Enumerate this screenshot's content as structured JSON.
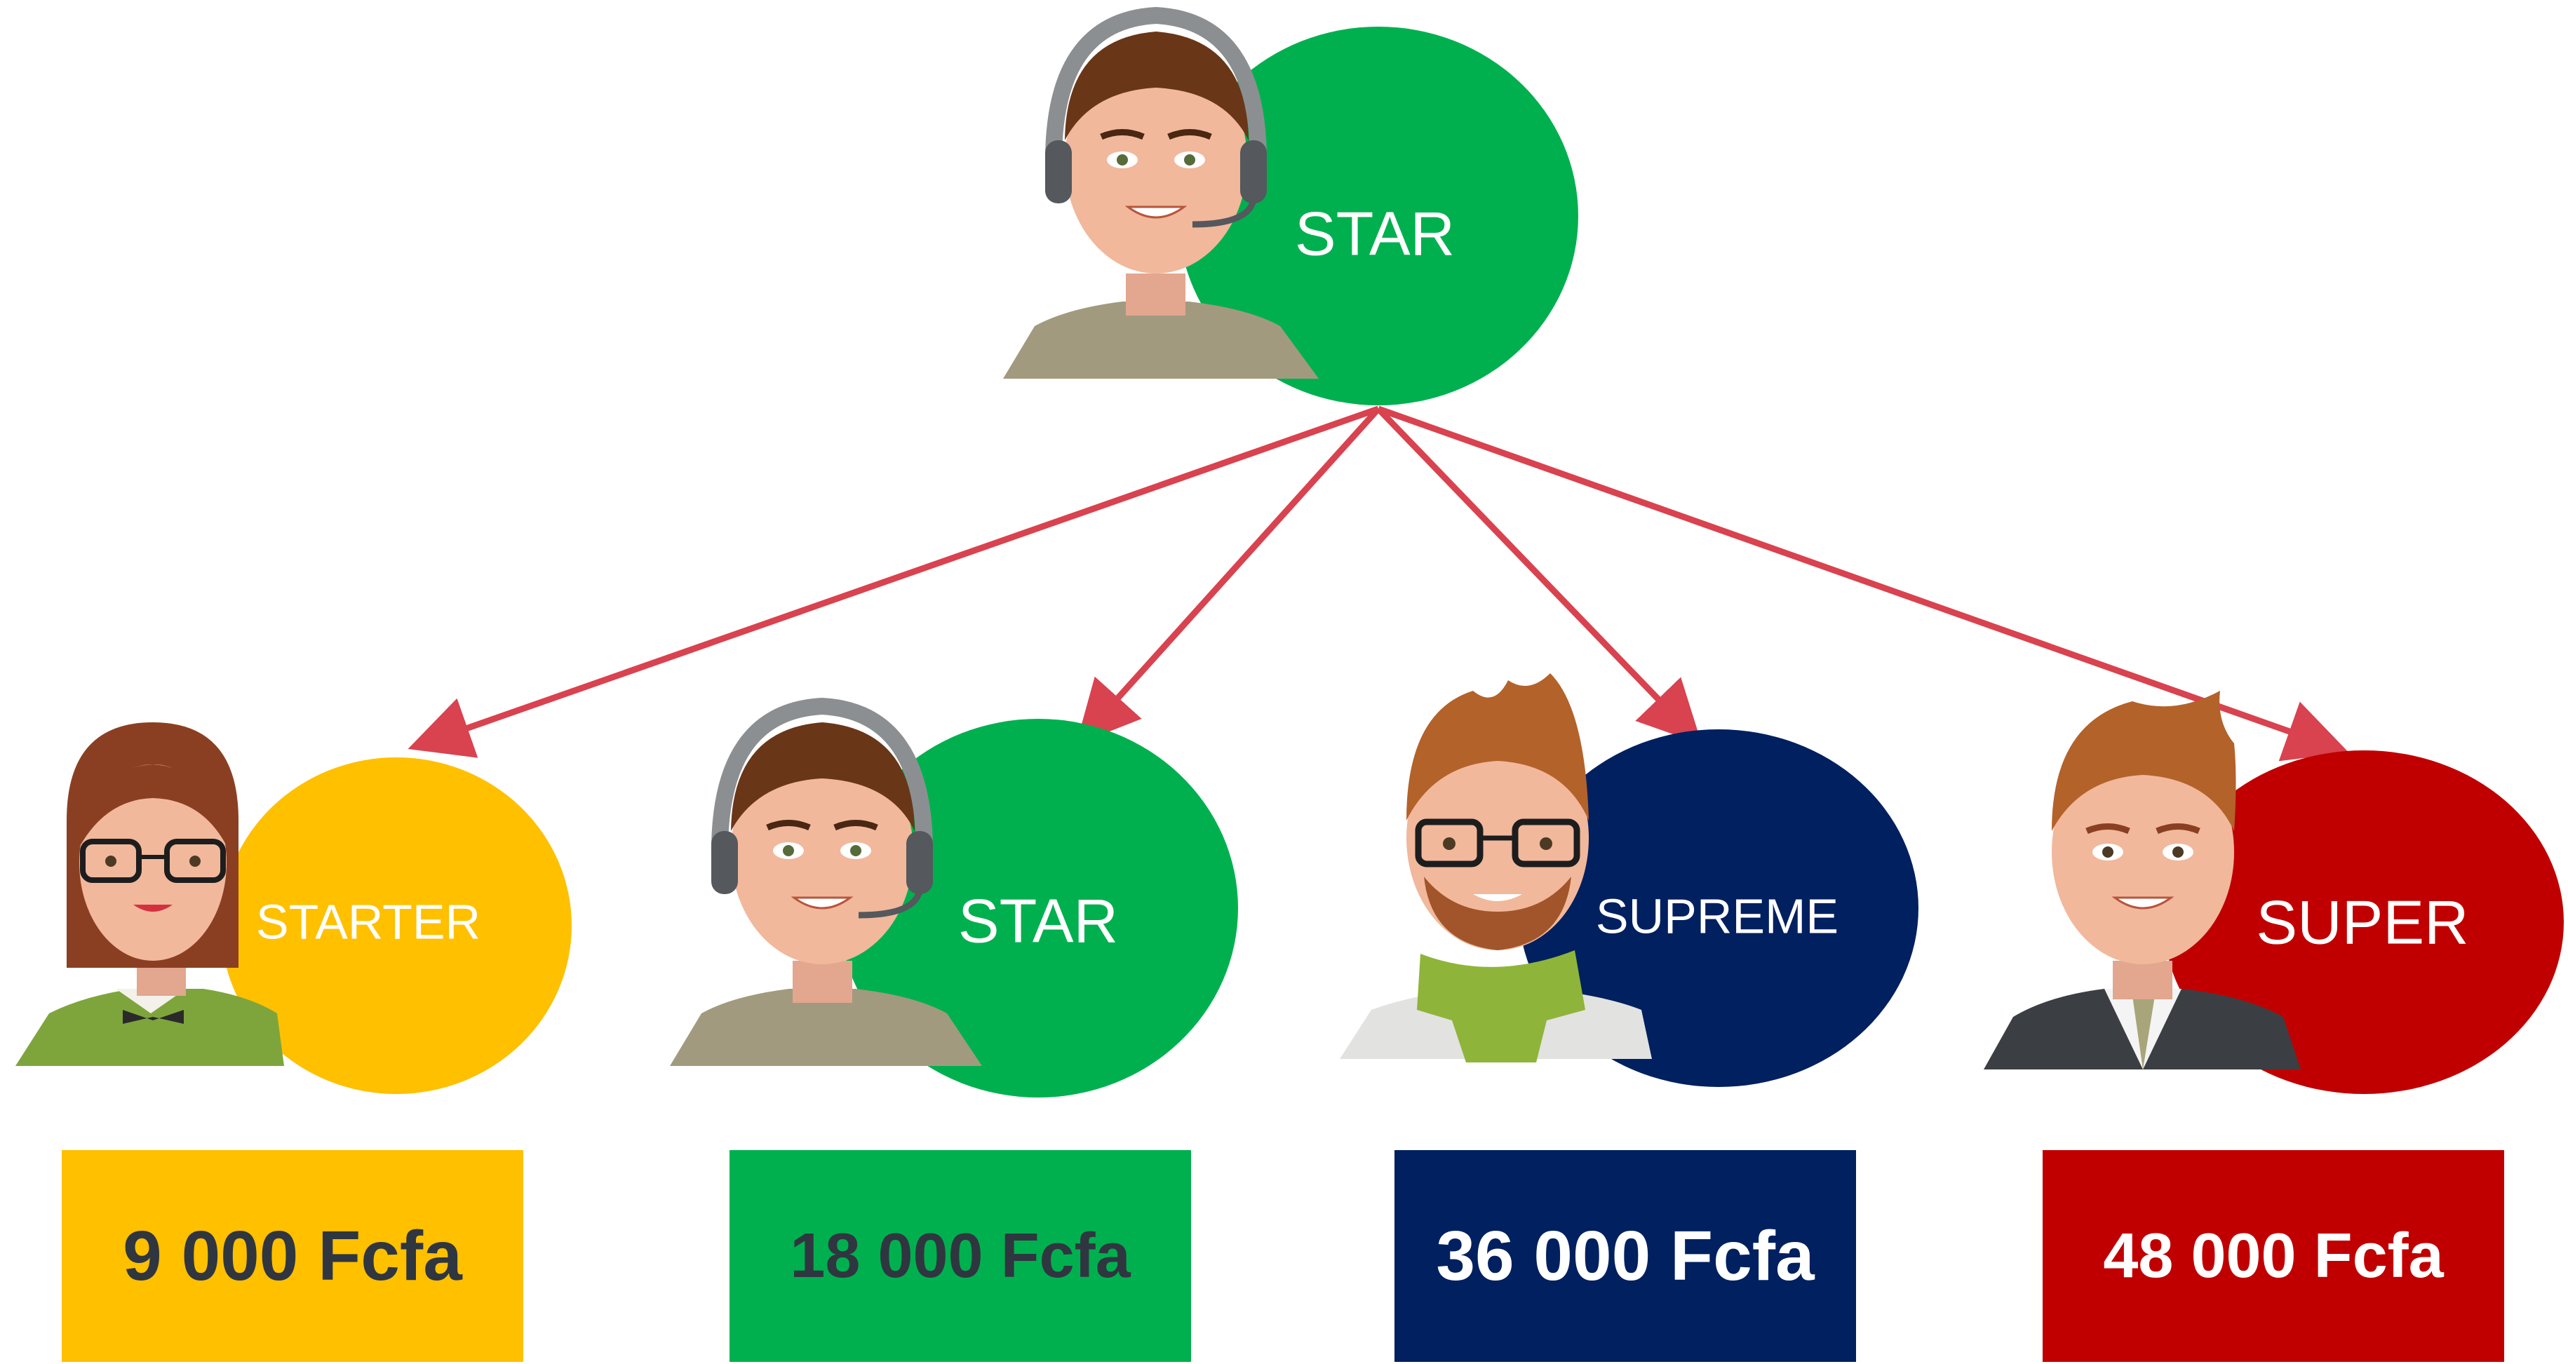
{
  "top": {
    "label": "STAR",
    "color": "#00b04f"
  },
  "children": [
    {
      "key": "starter",
      "label": "STARTER",
      "color": "#ffc000",
      "price": "9 000 Fcfa",
      "price_text_color": "#2f3640"
    },
    {
      "key": "star",
      "label": "STAR",
      "color": "#00b04f",
      "price": "18 000 Fcfa",
      "price_text_color": "#2f3640"
    },
    {
      "key": "supreme",
      "label": "SUPREME",
      "color": "#002060",
      "price": "36 000 Fcfa",
      "price_text_color": "#ffffff"
    },
    {
      "key": "super",
      "label": "SUPER",
      "color": "#c00000",
      "price": "48 000 Fcfa",
      "price_text_color": "#ffffff"
    }
  ],
  "arrow_color": "#d9424f",
  "icons": [
    "operator-headset-avatar",
    "woman-glasses-avatar",
    "bearded-man-glasses-avatar",
    "businessman-avatar"
  ]
}
